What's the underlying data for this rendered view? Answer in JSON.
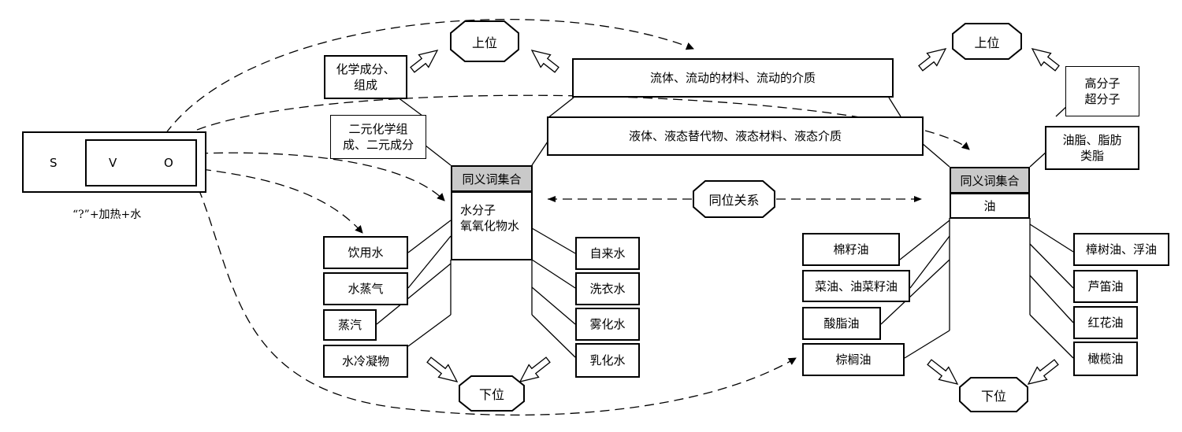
{
  "svo": {
    "s": "S",
    "v": "V",
    "o": "O",
    "caption": "“?”+加热+水"
  },
  "relations": {
    "upper_left": "上位",
    "upper_right": "上位",
    "lower_left": "下位",
    "lower_right": "下位",
    "coordinate": "同位关系"
  },
  "top": {
    "fluid": "流体、流动的材料、流动的介质",
    "liquid": "液体、液态替代物、液态材料、液态介质"
  },
  "left_group": {
    "upper_boxes": [
      "化学成分、\n组成",
      "二元化学组\n成、二元成分"
    ],
    "synset_title": "同义词集合",
    "synset_members": "水分子\n氧氧化物水",
    "left_children": [
      "饮用水",
      "水蒸气",
      "蒸汽",
      "水冷凝物"
    ],
    "right_children": [
      "自来水",
      "洗衣水",
      "雾化水",
      "乳化水"
    ]
  },
  "right_group": {
    "upper_boxes": [
      "高分子\n超分子",
      "油脂、脂肪\n类脂"
    ],
    "synset_title": "同义词集合",
    "synset_members": "油",
    "left_children": [
      "棉籽油",
      "菜油、油菜籽油",
      "酸脂油",
      "棕榈油"
    ],
    "right_children": [
      "樟树油、浮油",
      "芦笛油",
      "红花油",
      "橄榄油"
    ]
  }
}
